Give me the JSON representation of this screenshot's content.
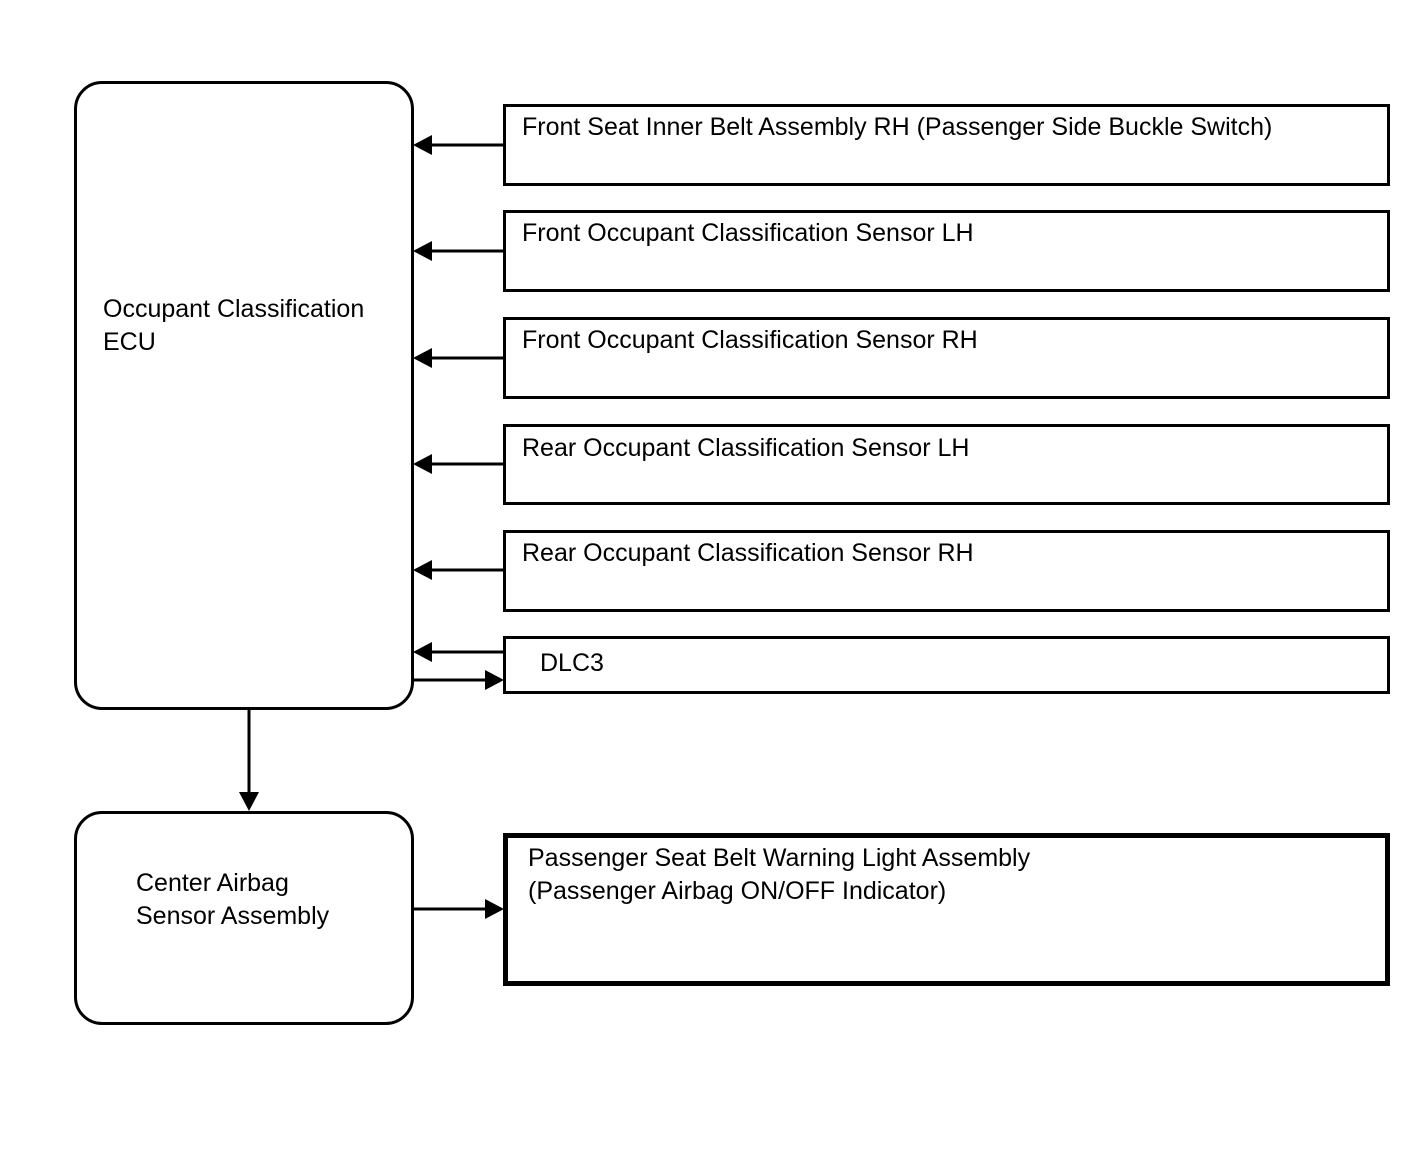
{
  "ecu": {
    "label": "Occupant Classification\nECU"
  },
  "airbag": {
    "label": "Center Airbag\nSensor Assembly"
  },
  "inputs": [
    "Front Seat Inner Belt Assembly RH (Passenger Side Buckle Switch)",
    "Front Occupant Classification Sensor LH",
    "Front Occupant Classification Sensor RH",
    "Rear Occupant Classification Sensor LH",
    "Rear Occupant Classification Sensor RH"
  ],
  "dlc": {
    "label": "DLC3"
  },
  "indicator": {
    "label": "Passenger Seat Belt Warning Light Assembly\n(Passenger Airbag ON/OFF Indicator)"
  }
}
